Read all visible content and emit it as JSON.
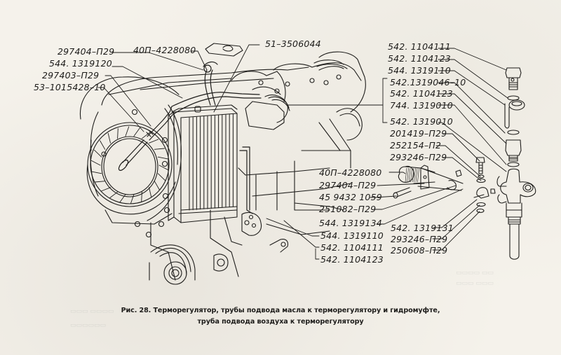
{
  "figure": {
    "caption_line1": "Рис. 28. Терморегулятор, трубы подвода масла к терморегулятору и гидромуфте,",
    "caption_line2": "труба подвода воздуха к терморегулятору"
  },
  "callouts_left": [
    {
      "id": "297404-P29-top",
      "text": "297404–П29"
    },
    {
      "id": "544-1319120",
      "text": "544. 1319120"
    },
    {
      "id": "297403-P29",
      "text": "297403–П29"
    },
    {
      "id": "53-1015428-10",
      "text": "53–1015428–10"
    }
  ],
  "callouts_top": [
    {
      "id": "40P-4228080-top",
      "text": "40П–4228080"
    },
    {
      "id": "51-3506044",
      "text": "51–3506044"
    }
  ],
  "callouts_right_group": [
    {
      "id": "542-1104111-top",
      "text": "542. 1104111"
    },
    {
      "id": "542-1104123-top",
      "text": "542. 1104123"
    },
    {
      "id": "544-1319110-top",
      "text": "544. 1319110"
    },
    {
      "id": "542-1319046-10",
      "text": "542.1319046–10"
    },
    {
      "id": "542-1104123-mid",
      "text": "542. 1104123"
    },
    {
      "id": "744-1319010",
      "text": "744. 1319010"
    },
    {
      "id": "542-1319010",
      "text": "542. 1319010"
    }
  ],
  "callouts_right_lower": [
    {
      "id": "201419-P29",
      "text": "201419–П29"
    },
    {
      "id": "252154-P2",
      "text": "252154–П2"
    },
    {
      "id": "293246-P29-upper",
      "text": "293246–П29"
    }
  ],
  "callouts_center": [
    {
      "id": "40P-4228080-mid",
      "text": "40П–4228080"
    },
    {
      "id": "297404-P29-mid",
      "text": "297404–П29"
    },
    {
      "id": "45-9432-1059",
      "text": "45 9432 1059"
    },
    {
      "id": "251082-P29",
      "text": "251082–П29"
    },
    {
      "id": "544-1319134",
      "text": "544. 1319134"
    },
    {
      "id": "544-1319110-low",
      "text": "544. 1319110"
    },
    {
      "id": "542-1104111-low",
      "text": "542. 1104111"
    },
    {
      "id": "542-1104123-low",
      "text": "542. 1104123"
    }
  ],
  "callouts_bottom_right": [
    {
      "id": "542-1319131",
      "text": "542. 1319131"
    },
    {
      "id": "293246-P29-lower",
      "text": "293246–П29"
    },
    {
      "id": "250608-P29",
      "text": "250608–П29"
    }
  ]
}
